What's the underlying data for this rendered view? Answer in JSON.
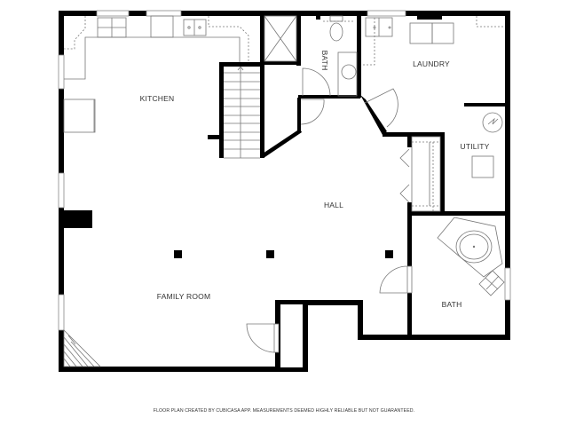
{
  "floor_plan": {
    "rooms": {
      "kitchen": {
        "label": "KITCHEN"
      },
      "bath_upper": {
        "label": "BATH"
      },
      "laundry": {
        "label": "LAUNDRY"
      },
      "utility": {
        "label": "UTILITY"
      },
      "hall": {
        "label": "HALL"
      },
      "family_room": {
        "label": "FAMILY ROOM"
      },
      "bath_lower": {
        "label": "BATH"
      }
    },
    "footer": {
      "disclaimer": "FLOOR PLAN CREATED BY CUBICASA APP. MEASUREMENTS DEEMED HIGHLY RELIABLE BUT NOT GUARANTEED."
    },
    "colors": {
      "wall": "#000000",
      "fixture": "#777777",
      "text": "#333333",
      "background": "#ffffff"
    }
  }
}
